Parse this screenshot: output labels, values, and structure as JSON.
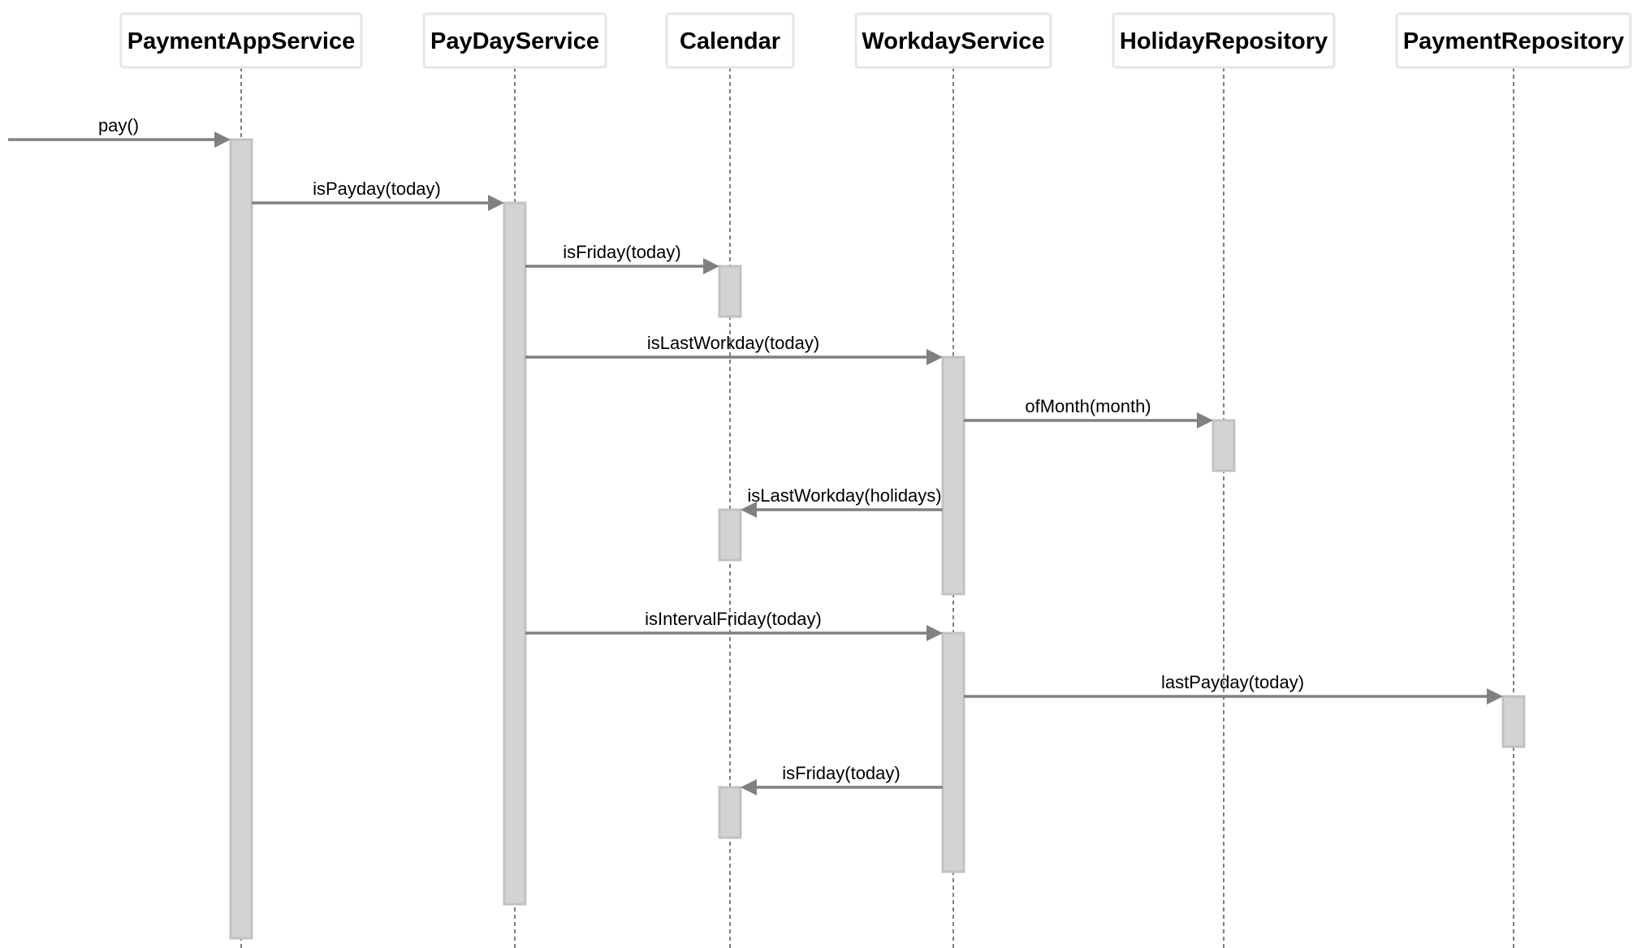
{
  "diagram": {
    "type": "sequence",
    "participants": [
      {
        "id": "payment-app-service",
        "label": "PaymentAppService"
      },
      {
        "id": "pay-day-service",
        "label": "PayDayService"
      },
      {
        "id": "calendar",
        "label": "Calendar"
      },
      {
        "id": "workday-service",
        "label": "WorkdayService"
      },
      {
        "id": "holiday-repository",
        "label": "HolidayRepository"
      },
      {
        "id": "payment-repository",
        "label": "PaymentRepository"
      }
    ],
    "messages": [
      {
        "from": null,
        "to": "payment-app-service",
        "label": "pay()"
      },
      {
        "from": "payment-app-service",
        "to": "pay-day-service",
        "label": "isPayday(today)"
      },
      {
        "from": "pay-day-service",
        "to": "calendar",
        "label": "isFriday(today)"
      },
      {
        "from": "pay-day-service",
        "to": "workday-service",
        "label": "isLastWorkday(today)"
      },
      {
        "from": "workday-service",
        "to": "holiday-repository",
        "label": "ofMonth(month)"
      },
      {
        "from": "workday-service",
        "to": "calendar",
        "label": "isLastWorkday(holidays)"
      },
      {
        "from": "pay-day-service",
        "to": "workday-service",
        "label": "isIntervalFriday(today)"
      },
      {
        "from": "workday-service",
        "to": "payment-repository",
        "label": "lastPayday(today)"
      },
      {
        "from": "workday-service",
        "to": "calendar",
        "label": "isFriday(today)"
      }
    ]
  }
}
